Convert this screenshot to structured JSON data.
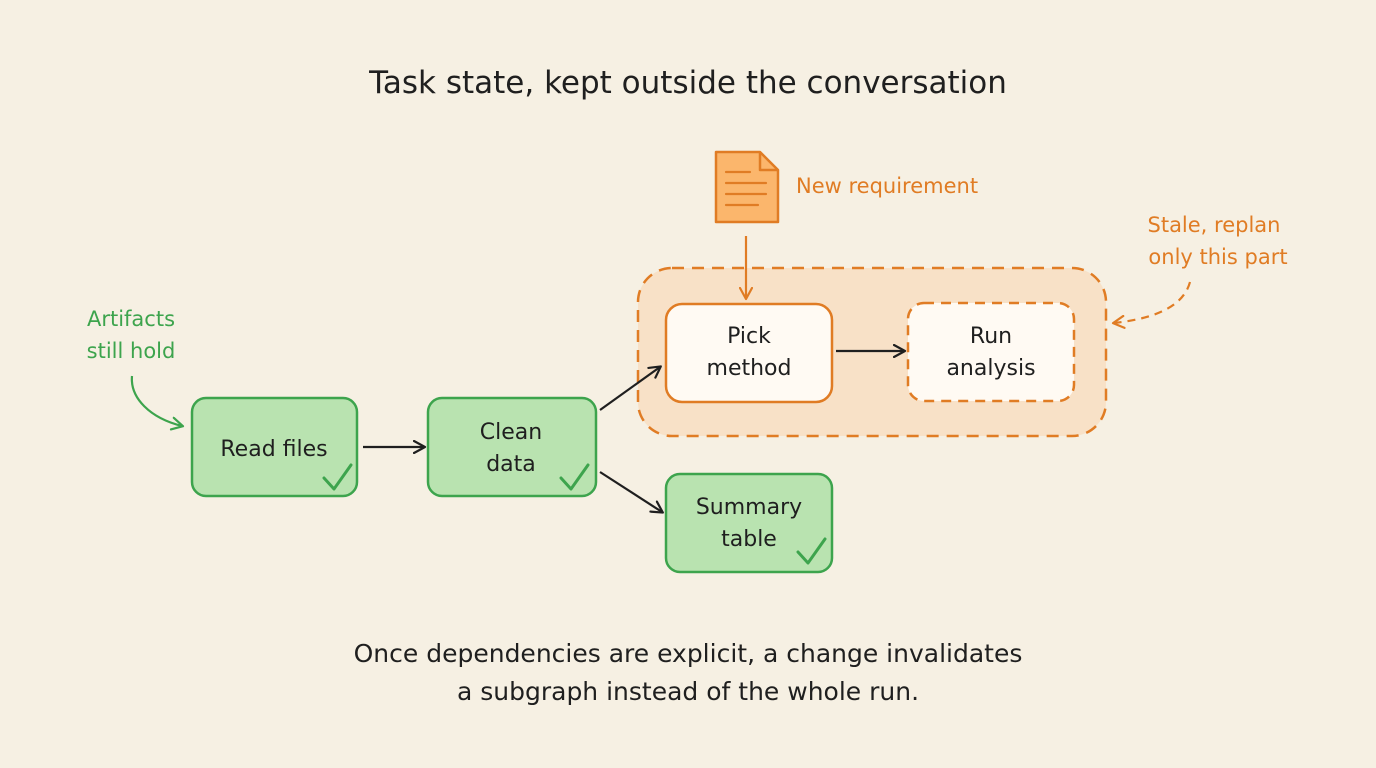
{
  "title": "Task state, kept outside the conversation",
  "caption": {
    "line1": "Once dependencies are explicit, a change invalidates",
    "line2": "a subgraph instead of the whole run."
  },
  "nodes": {
    "read_files": {
      "label": "Read files",
      "status": "done"
    },
    "clean_data": {
      "line1": "Clean",
      "line2": "data",
      "status": "done"
    },
    "pick_method": {
      "line1": "Pick",
      "line2": "method",
      "status": "stale"
    },
    "run_analysis": {
      "line1": "Run",
      "line2": "analysis",
      "status": "stale"
    },
    "summary_table": {
      "line1": "Summary",
      "line2": "table",
      "status": "done"
    }
  },
  "annotations": {
    "new_requirement": "New requirement",
    "artifacts": {
      "line1": "Artifacts",
      "line2": "still hold"
    },
    "stale": {
      "line1": "Stale, replan",
      "line2": "only this part"
    }
  },
  "colors": {
    "background": "#f6f0e3",
    "ink": "#1f1f1f",
    "done_fill": "#b9e3b0",
    "done_stroke": "#3da44d",
    "stale_stroke": "#e07c24",
    "stale_region_fill": "#f8dcbd",
    "doc_fill": "#fbb66c"
  },
  "icons": {
    "document": "document-icon",
    "check": "checkmark-icon"
  }
}
